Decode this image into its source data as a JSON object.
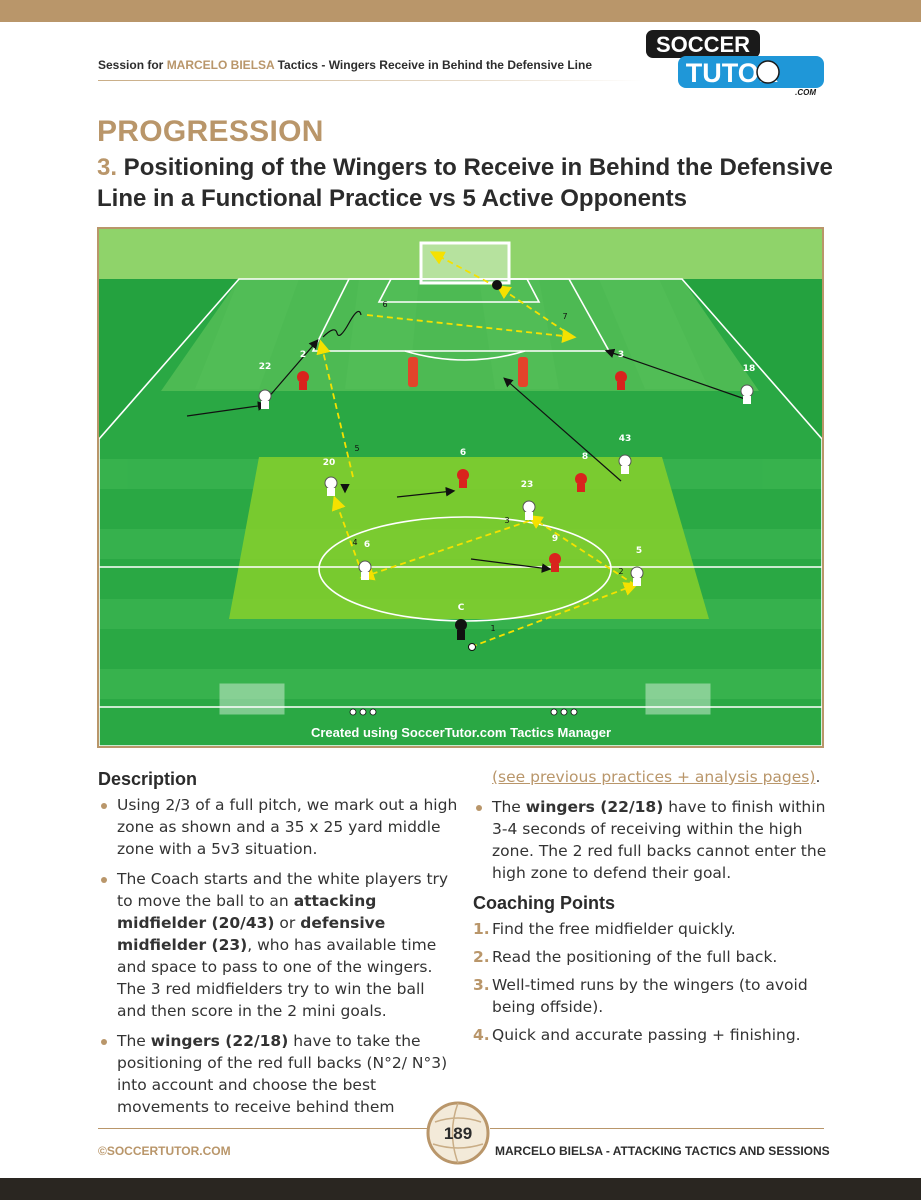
{
  "header": {
    "prefix": "Session for ",
    "name": "MARCELO BIELSA",
    "suffix": " Tactics - Wingers Receive in Behind the Defensive Line"
  },
  "logo": {
    "line1": "SOCCER",
    "line2": "TUTOR",
    "line3": ".COM"
  },
  "title": "PROGRESSION",
  "subtitle": {
    "number": "3.",
    "text": " Positioning of the Wingers to Receive in Behind the Defensive Line in a Functional Practice vs 5 Active Opponents"
  },
  "diagram": {
    "caption": "Created using SoccerTutor.com Tactics Manager",
    "labels": {
      "p22": "22",
      "p2": "2",
      "p3": "3",
      "p18": "18",
      "p43": "43",
      "p20": "20",
      "p6red": "6",
      "p8": "8",
      "p23": "23",
      "p6white": "6",
      "p9": "9",
      "p5": "5",
      "pC": "C",
      "s1": "1",
      "s2": "2",
      "s3": "3",
      "s4": "4",
      "s5": "5",
      "s6": "6",
      "s7": "7"
    }
  },
  "description": {
    "heading": "Description",
    "b1": "Using 2/3 of a full pitch, we mark out a high zone as shown and a 35 x 25 yard middle zone with a 5v3 situation.",
    "b2_a": "The Coach starts and the white players try to move the ball to an ",
    "b2_b": "attacking midfielder (20/43)",
    "b2_c": " or ",
    "b2_d": "defensive midfielder (23)",
    "b2_e": ", who has available time and space to pass to one of the wingers. The 3 red midfielders try to win the ball and then score in the 2 mini goals.",
    "b3_a": "The ",
    "b3_b": "wingers (22/18)",
    "b3_c": " have to take the positioning of the red full backs (N°2/ N°3) into account and choose the best movements to receive behind them ",
    "b3_link": "(see previous practices + analysis pages)",
    "b3_end": ".",
    "b4_a": "The ",
    "b4_b": "wingers (22/18)",
    "b4_c": " have to finish within 3-4 seconds of receiving within the high zone. The 2 red full backs cannot enter the high zone to defend their goal."
  },
  "coaching": {
    "heading": "Coaching Points",
    "items": [
      {
        "n": "1.",
        "t": "Find the free midfielder quickly."
      },
      {
        "n": "2.",
        "t": "Read the positioning of the full back."
      },
      {
        "n": "3.",
        "t": "Well-timed runs by the wingers (to avoid being offside)."
      },
      {
        "n": "4.",
        "t": "Quick and accurate passing + finishing."
      }
    ]
  },
  "footer": {
    "left": "©SOCCERTUTOR.COM",
    "page": "189",
    "right": "MARCELO BIELSA - ATTACKING TACTICS AND SESSIONS"
  },
  "colors": {
    "accent": "#b9966a",
    "red_team": "#d9241d",
    "white_team": "#ffffff",
    "pass": "#f5e100"
  }
}
